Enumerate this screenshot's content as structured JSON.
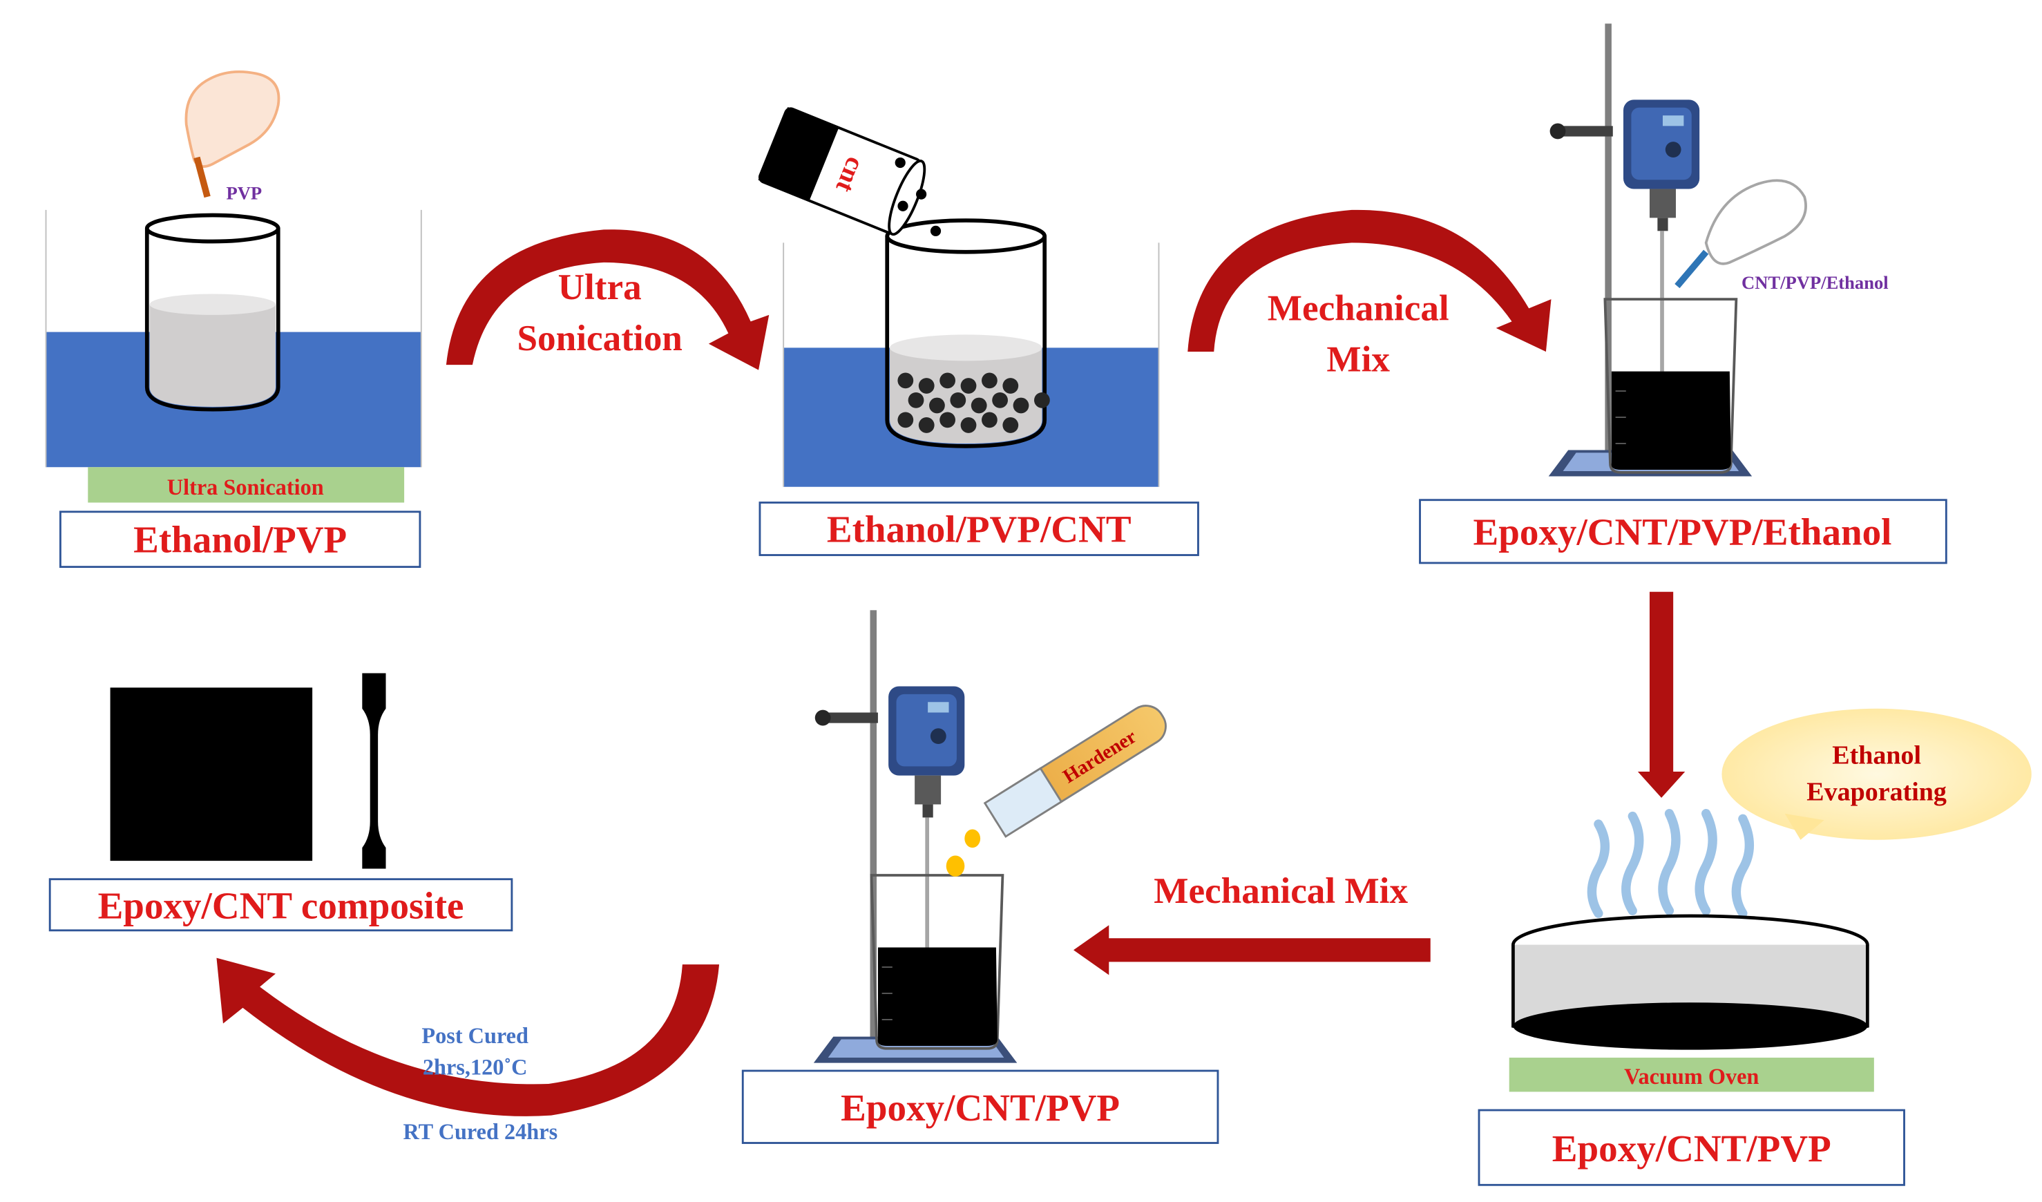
{
  "colors": {
    "red_text": "#e01b1b",
    "arrow_red": "#b01010",
    "water_blue": "#4472c4",
    "label_green": "#a9d18e",
    "purple_text": "#7030a0",
    "blue_text": "#4472c4",
    "black": "#000000"
  },
  "steps": {
    "ethanol_pvp": "Ethanol/PVP",
    "ethanol_pvp_cnt": "Ethanol/PVP/CNT",
    "epoxy_cnt_pvp_ethanol": "Epoxy/CNT/PVP/Ethanol",
    "epoxy_cnt_pvp_oven": "Epoxy/CNT/PVP",
    "epoxy_cnt_pvp_mix": "Epoxy/CNT/PVP",
    "epoxy_cnt_composite": "Epoxy/CNT composite"
  },
  "labels": {
    "pvp": "PVP",
    "ultra_sonication_bath": "Ultra Sonication",
    "cnt_container": "cnt",
    "cnt_pvp_ethanol": "CNT/PVP/Ethanol",
    "ethanol_evaporating_1": "Ethanol",
    "ethanol_evaporating_2": "Evaporating",
    "vacuum_oven": "Vacuum Oven",
    "hardener": "Hardener",
    "post_cured_1": "Post Cured",
    "post_cured_2": "2hrs,120˚C",
    "rt_cured": "RT Cured 24hrs"
  },
  "arrows": {
    "ultra_sonication_1": "Ultra",
    "ultra_sonication_2": "Sonication",
    "mechanical_mix_top_1": "Mechanical",
    "mechanical_mix_top_2": "Mix",
    "mechanical_mix_bottom": "Mechanical Mix"
  },
  "icons": [
    "hand-icon",
    "glove-hand-icon",
    "beaker-icon",
    "overhead-stirrer-icon",
    "test-tube-icon",
    "petri-dish-icon",
    "steam-icon",
    "speech-bubble-icon",
    "dogbone-specimen-icon"
  ]
}
